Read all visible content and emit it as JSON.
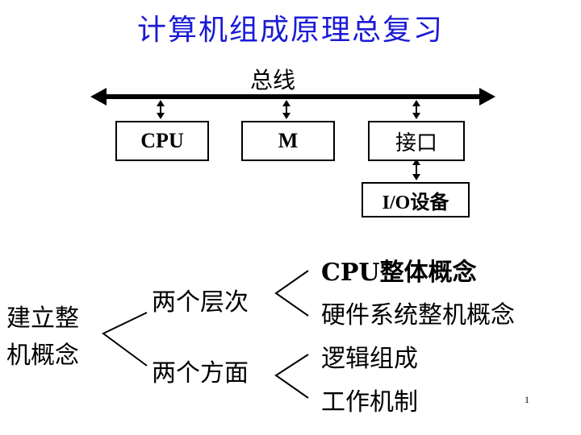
{
  "title": "计算机组成原理总复习",
  "bus": {
    "label": "总线"
  },
  "components": {
    "cpu": "CPU",
    "memory": "M",
    "interface": "接口",
    "io_device": "I/O设备"
  },
  "concept_tree": {
    "root": "建立整\n机概念",
    "branches": [
      {
        "label": "两个层次",
        "children": [
          "CPU整体概念",
          "硬件系统整机概念"
        ]
      },
      {
        "label": "两个方面",
        "children": [
          "逻辑组成",
          "工作机制"
        ]
      }
    ]
  },
  "page_number": "1",
  "colors": {
    "title": "#1a1ad6",
    "lines": "#000000"
  }
}
